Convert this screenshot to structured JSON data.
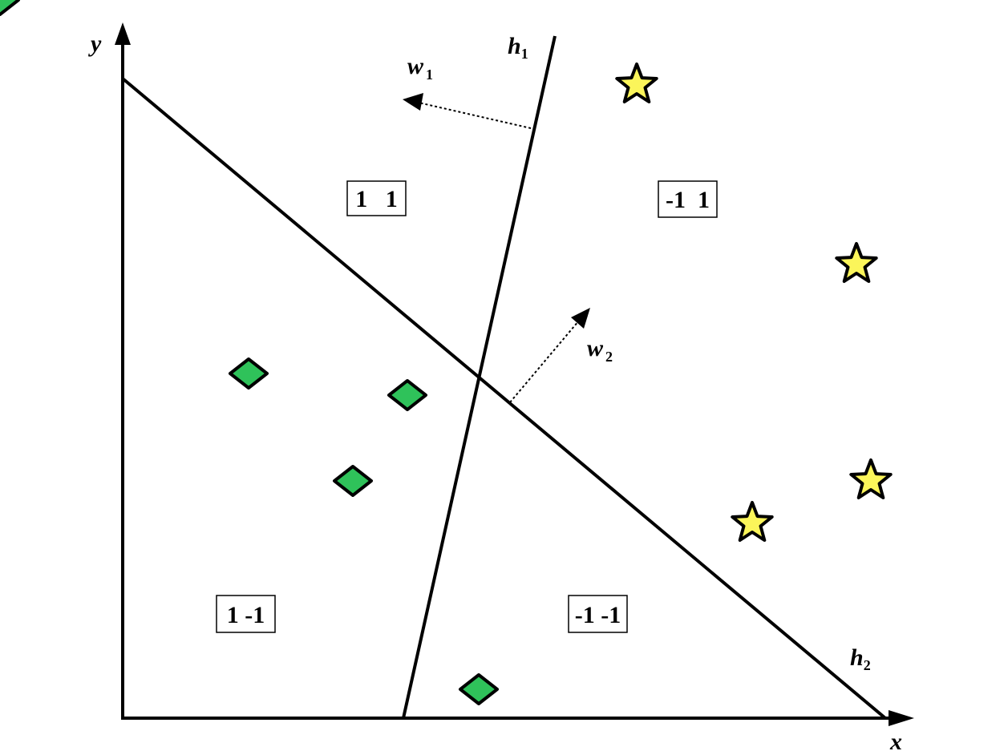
{
  "axes": {
    "x_label": "x",
    "y_label": "y"
  },
  "lines": {
    "h1": {
      "label": "h",
      "subscript": "1"
    },
    "h2": {
      "label": "h",
      "subscript": "2"
    }
  },
  "normals": {
    "w1": {
      "label": "w",
      "subscript": "1"
    },
    "w2": {
      "label": "w",
      "subscript": "2"
    }
  },
  "regions": {
    "top_left": "1   1",
    "top_right": "-1  1",
    "bottom_left": "1 -1",
    "bottom_right": "-1 -1"
  },
  "colors": {
    "diamond_fill": "#2fc25a",
    "star_fill": "#fbf55a",
    "stroke": "#000000"
  },
  "markers": {
    "diamonds": {
      "shape": "diamond",
      "count": 5
    },
    "stars": {
      "shape": "star",
      "count": 4
    }
  }
}
